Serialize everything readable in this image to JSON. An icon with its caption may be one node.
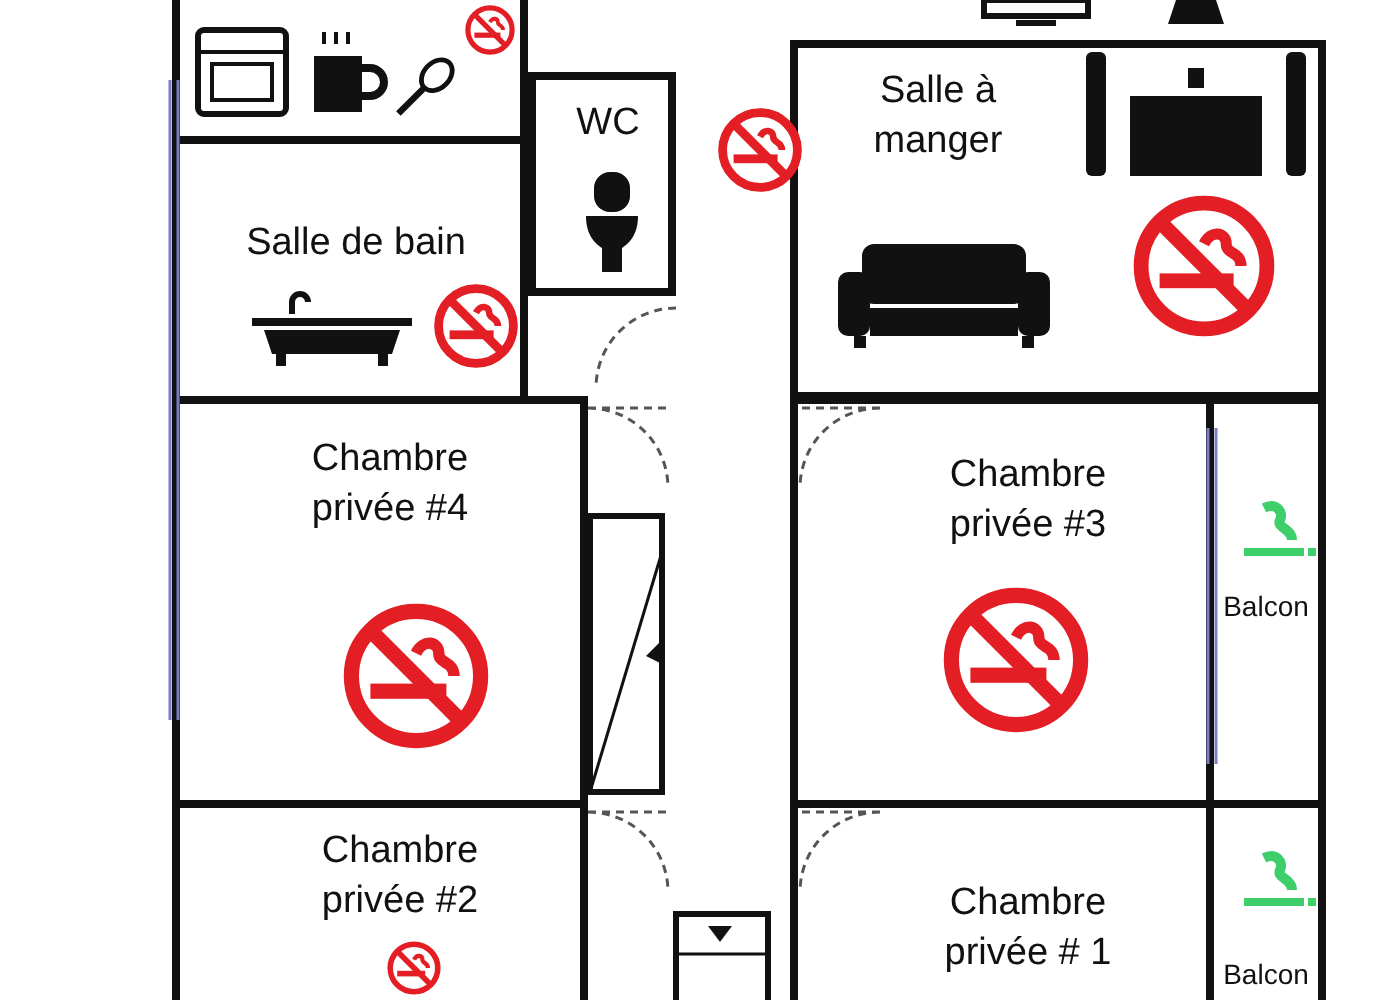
{
  "diagram": {
    "nodes": [
      {
        "text": [
          "Salle à manger"
        ]
      },
      {
        "text": [
          "WC"
        ]
      },
      {
        "text": [
          "Salle de bain"
        ]
      },
      {
        "text": [
          "Chambre privée #4"
        ]
      },
      {
        "text": [
          "Chambre privée #3"
        ]
      },
      {
        "text": [
          "Balcon"
        ]
      },
      {
        "text": [
          "Chambre privée #2"
        ]
      },
      {
        "text": [
          "Chambre privée # 1"
        ]
      },
      {
        "text": [
          "Balcon"
        ]
      }
    ]
  }
}
